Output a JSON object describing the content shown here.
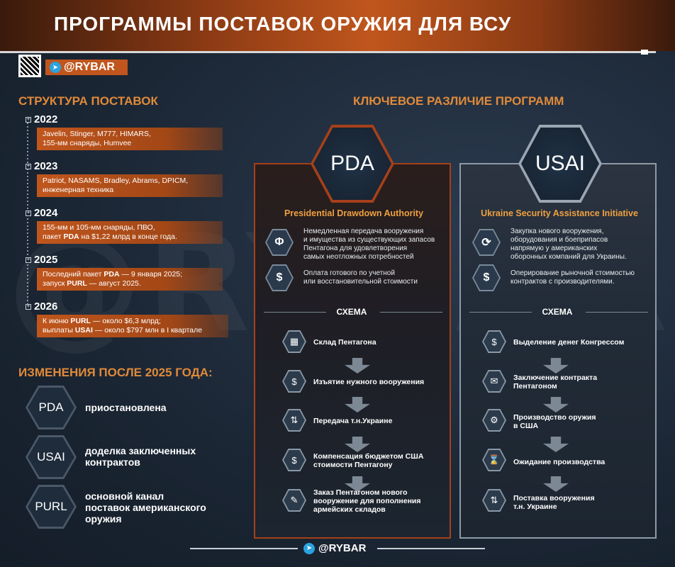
{
  "header": {
    "title": "ПРОГРАММЫ ПОСТАВОК ОРУЖИЯ ДЛЯ ВСУ",
    "brand": "@RYBAR"
  },
  "watermark": "@RYBAR",
  "structure": {
    "title": "СТРУКТУРА ПОСТАВОК",
    "years": [
      {
        "year": "2022",
        "line1": "Javelin, Stinger, M777, HIMARS,",
        "line2": "155-мм снаряды, Humvee"
      },
      {
        "year": "2023",
        "line1": "Patriot, NASAMS, Bradley, Abrams, DPICM,",
        "line2": "инженерная техника"
      },
      {
        "year": "2024",
        "line1": "155-мм и 105-мм снаряды, ПВО,",
        "line2a": "пакет ",
        "line2b": "PDA",
        "line2c": " на $1,22 млрд в конце года."
      },
      {
        "year": "2025",
        "line1a": "Последний пакет ",
        "line1b": "PDA",
        "line1c": " — 9 января 2025;",
        "line2a": "запуск ",
        "line2b": "PURL",
        "line2c": " — август 2025."
      },
      {
        "year": "2026",
        "line1a": "К июню ",
        "line1b": "PURL",
        "line1c": " — около $6,3 млрд;",
        "line2a": "выплаты ",
        "line2b": "USAI",
        "line2c": " — около $797 млн в I квартале"
      }
    ]
  },
  "changes": {
    "title": "ИЗМЕНЕНИЯ ПОСЛЕ 2025 ГОДА:",
    "items": [
      {
        "badge": "PDA",
        "text1": "приостановлена",
        "text2": "",
        "text3": ""
      },
      {
        "badge": "USAI",
        "text1": "доделка заключенных",
        "text2": "контрактов",
        "text3": ""
      },
      {
        "badge": "PURL",
        "text1": "основной канал",
        "text2": "поставок американского",
        "text3": "оружия"
      }
    ]
  },
  "key": {
    "title": "КЛЮЧЕВОЕ РАЗЛИЧИЕ ПРОГРАММ",
    "pda": {
      "badge": "PDA",
      "subtitle": "Presidential Drawdown Authority",
      "features": [
        {
          "icon": "Φ",
          "l1": "Немедленная передача вооружения",
          "l2": "и имущества из существующих запасов",
          "l3": "Пентагона для удовлетворения",
          "l4": "самых неотложных потребностей"
        },
        {
          "icon": "$",
          "l1": "Оплата готового по учетной",
          "l2": "или восстановительной стоимости",
          "l3": "",
          "l4": ""
        }
      ],
      "schema": "СХЕМА",
      "steps": [
        {
          "icon": "▦",
          "l1": "Склад Пентагона",
          "l2": "",
          "l3": ""
        },
        {
          "icon": "$",
          "l1": "Изъятие нужного вооружения",
          "l2": "",
          "l3": ""
        },
        {
          "icon": "⇅",
          "l1": "Передача т.н.Украине",
          "l2": "",
          "l3": ""
        },
        {
          "icon": "$",
          "l1": "Компенсация бюджетом США",
          "l2": "стоимости Пентагону",
          "l3": ""
        },
        {
          "icon": "✎",
          "l1": "Заказ Пентагоном нового",
          "l2": "вооружение для пополнения",
          "l3": "армейских складов"
        }
      ]
    },
    "usai": {
      "badge": "USAI",
      "subtitle": "Ukraine Security Assistance Initiative",
      "features": [
        {
          "icon": "⟳",
          "l1": "Закупка нового вооружения,",
          "l2": "оборудования и боеприпасов",
          "l3": "напрямую у американских",
          "l4": "оборонных компаний для Украины."
        },
        {
          "icon": "$",
          "l1": "Оперирование рыночной стоимостью",
          "l2": "контрактов с производителями.",
          "l3": "",
          "l4": ""
        }
      ],
      "schema": "СХЕМА",
      "steps": [
        {
          "icon": "$",
          "l1": "Выделение денег Конгрессом",
          "l2": "",
          "l3": ""
        },
        {
          "icon": "✉",
          "l1": "Заключение контракта",
          "l2": "Пентагоном",
          "l3": ""
        },
        {
          "icon": "⚙",
          "l1": "Производство оружия",
          "l2": "в США",
          "l3": ""
        },
        {
          "icon": "⌛",
          "l1": "Ожидание производства",
          "l2": "",
          "l3": ""
        },
        {
          "icon": "⇅",
          "l1": "Поставка вооружения",
          "l2": "т.н. Украине",
          "l3": ""
        }
      ]
    }
  },
  "footer": {
    "brand": "@RYBAR"
  },
  "colors": {
    "accent": "#c0561d",
    "orange_text": "#e08a3a",
    "pda_border": "#a5401a",
    "usai_border": "#8e9aa6"
  }
}
